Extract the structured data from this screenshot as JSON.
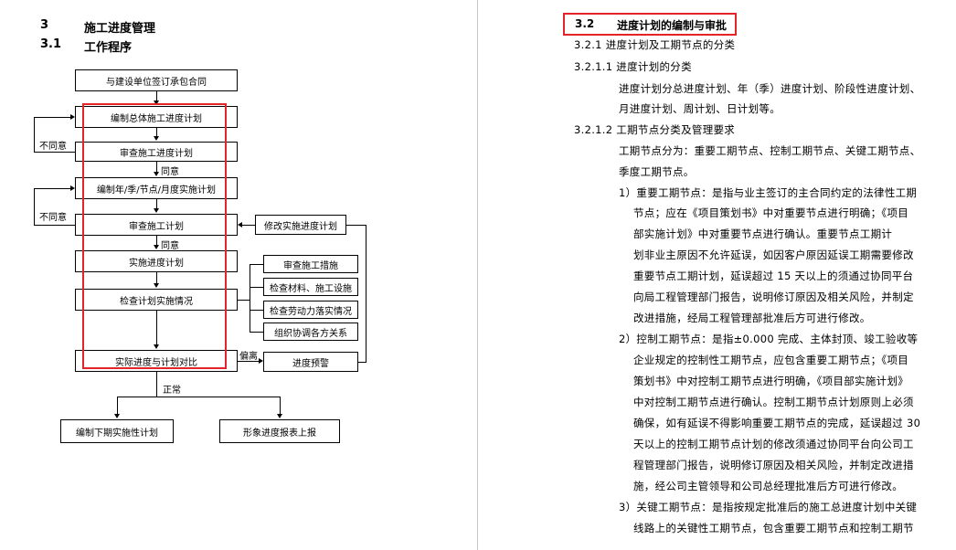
{
  "left": {
    "section_num": "3",
    "section_title": "施工进度管理",
    "sub_num": "3.1",
    "sub_title": "工作程序",
    "flow": {
      "sign_contract": "与建设单位签订承包合同",
      "compile_overall": "编制总体施工进度计划",
      "review_plan": "审查施工进度计划",
      "compile_periodic": "编制年/季/节点/月度实施计划",
      "review_construction": "审查施工计划",
      "execute_plan": "实施进度计划",
      "inspect_execution": "检查计划实施情况",
      "compare_actual": "实际进度与计划对比",
      "modify_plan": "修改实施进度计划",
      "review_measures": "审查施工措施",
      "check_materials": "检查材料、施工设施",
      "check_labor": "检查劳动力落实情况",
      "coordinate": "组织协调各方关系",
      "progress_warning": "进度预警",
      "compile_next": "编制下期实施性计划",
      "report_image": "形象进度报表上报",
      "disagree_1": "不同意",
      "disagree_2": "不同意",
      "agree_1": "同意",
      "agree_2": "同意",
      "deviation": "偏离",
      "normal": "正常"
    }
  },
  "right": {
    "heading_num": "3.2",
    "heading_title": "进度计划的编制与审批",
    "lines": [
      "3.2.1   进度计划及工期节点的分类",
      "3.2.1.1 进度计划的分类",
      "进度计划分总进度计划、年（季）进度计划、阶段性进度计划、",
      "月进度计划、周计划、日计划等。",
      "3.2.1.2 工期节点分类及管理要求",
      "工期节点分为：重要工期节点、控制工期节点、关键工期节点、",
      "季度工期节点。",
      "1）重要工期节点：是指与业主签订的主合同约定的法律性工期",
      "节点；应在《项目策划书》中对重要节点进行明确；《项目",
      "部实施计划》中对重要节点进行确认。重要节点工期计",
      "划非业主原因不允许延误，如因客户原因延误工期需要修改",
      "重要节点工期计划，延误超过 15 天以上的须通过协同平台",
      "向局工程管理部门报告，说明修订原因及相关风险，并制定",
      "改进措施，经局工程管理部批准后方可进行修改。",
      "2）控制工期节点：是指±0.000 完成、主体封顶、竣工验收等",
      "企业规定的控制性工期节点，应包含重要工期节点；《项目",
      "策划书》中对控制工期节点进行明确，《项目部实施计划》",
      "中对控制工期节点进行确认。控制工期节点计划原则上必须",
      "确保，如有延误不得影响重要工期节点的完成，延误超过 30",
      "天以上的控制工期节点计划的修改须通过协同平台向公司工",
      "程管理部门报告，说明修订原因及相关风险，并制定改进措",
      "施，经公司主管领导和公司总经理批准后方可进行修改。",
      "3）关键工期节点：是指按规定批准后的施工总进度计划中关键",
      "线路上的关键性工期节点，包含重要工期节点和控制工期节"
    ]
  }
}
